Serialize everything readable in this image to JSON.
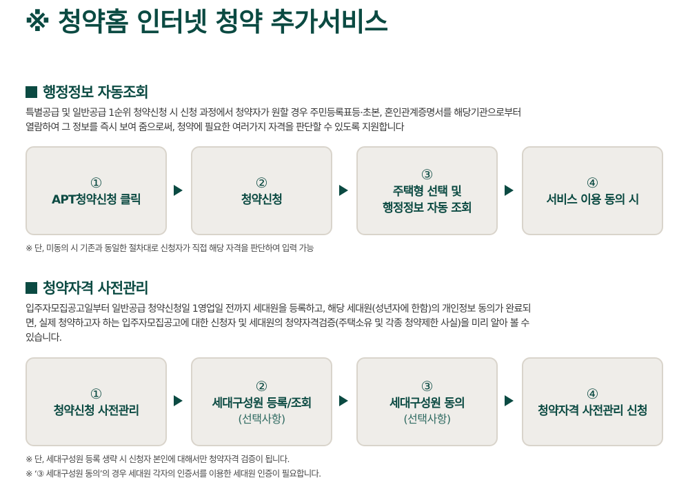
{
  "title": "※ 청약홈 인터넷 청약 추가서비스",
  "sections": [
    {
      "heading": "행정정보 자동조회",
      "description_lines": [
        "특별공급 및 일반공급 1순위 청약신청 시 신청 과정에서 청약자가 원할 경우 주민등록표등·초본, 혼인관계증명서를 해당기관으로부터",
        "열람하여 그 정보를 즉시 보여 줌으로써, 청약에 필요한 여러가지 자격을 판단할 수 있도록 지원합니다"
      ],
      "steps": [
        {
          "num": "①",
          "label": "APT청약신청 클릭",
          "label2": "",
          "sub": ""
        },
        {
          "num": "②",
          "label": "청약신청",
          "label2": "",
          "sub": ""
        },
        {
          "num": "③",
          "label": "주택형 선택 및",
          "label2": "행정정보 자동 조회",
          "sub": ""
        },
        {
          "num": "④",
          "label": "서비스 이용 동의 시",
          "label2": "",
          "sub": ""
        }
      ],
      "notes": [
        "※ 단, 미동의 시 기존과 동일한 절차대로 신청자가 직접 해당 자격을 판단하여 입력 가능"
      ]
    },
    {
      "heading": "청약자격 사전관리",
      "description_lines": [
        "입주자모집공고일부터 일반공급 청약신청일 1영업일 전까지 세대원을 등록하고, 해당 세대원(성년자에 한함)의 개인정보 동의가 완료되",
        "면, 실제 청약하고자 하는 입주자모집공고에 대한 신청자 및 세대원의 청약자격검증(주택소유 및 각종 청약제한 사실)을 미리 알아 볼 수",
        "있습니다."
      ],
      "steps": [
        {
          "num": "①",
          "label": "청약신청 사전관리",
          "label2": "",
          "sub": ""
        },
        {
          "num": "②",
          "label": "세대구성원 등록/조회",
          "label2": "",
          "sub": "(선택사항)"
        },
        {
          "num": "③",
          "label": "세대구성원 동의",
          "label2": "",
          "sub": "(선택사항)"
        },
        {
          "num": "④",
          "label": "청약자격 사전관리 신청",
          "label2": "",
          "sub": ""
        }
      ],
      "notes": [
        "※ 단, 세대구성원 등록 생략 시 신청자 본인에 대해서만 청약자격 검증이 됩니다.",
        "※ ‘③ 세대구성원 동의’의 경우 세대원 각자의 인증서를 이용한 세대원 인증이 필요합니다."
      ]
    }
  ],
  "colors": {
    "brand": "#0b4a42",
    "box_bg": "#efede9",
    "box_border": "#d9d4cb"
  }
}
